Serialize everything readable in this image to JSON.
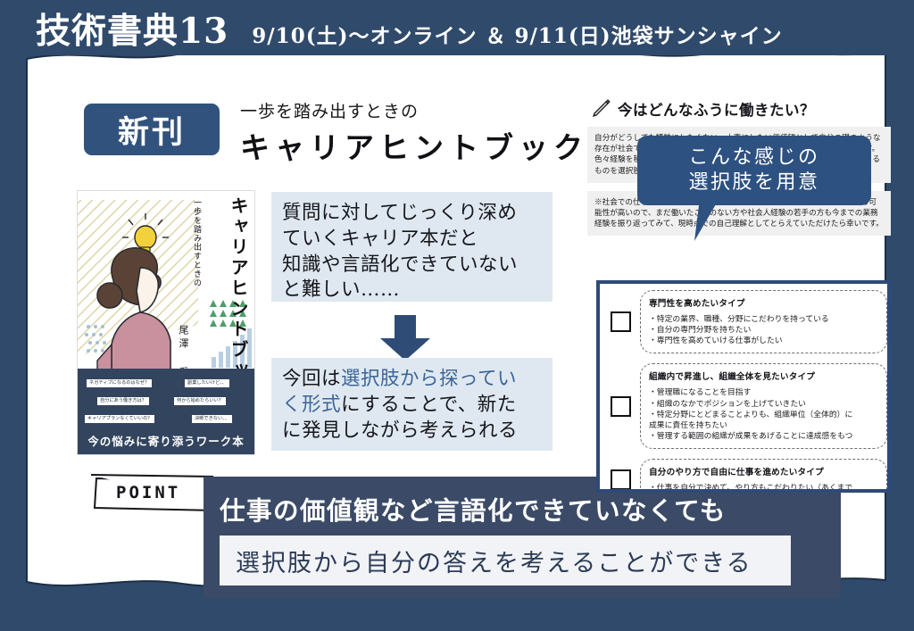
{
  "header": {
    "event_title": "技術書典13",
    "event_dates": "9/10(土)〜オンライン ＆ 9/11(日)池袋サンシャイン",
    "bg_color": "#2f4a6b"
  },
  "badge": {
    "label": "新刊",
    "color": "#31527c"
  },
  "book": {
    "subtitle": "一歩を踏み出すときの",
    "title": "キャリアヒントブック",
    "cover": {
      "vertical_subtitle": "一歩を踏み出すときの",
      "vertical_title": "キャリアヒントブック",
      "author": "尾澤 愛実",
      "chips": [
        "ネガティブになるのはなぜ？",
        "副業したいけど、、",
        "自分にあう働き方は？",
        "何から始めたらいい？",
        "キャリアプランなくていいの？",
        "決断できない、、"
      ],
      "tagline": "今の悩みに寄り添うワーク本"
    }
  },
  "quotes": {
    "before": {
      "line1": "質問に対してじっくり深め",
      "line2": "ていくキャリア本だと",
      "line3": "知識や言語化できていない",
      "line4": "と難しい……"
    },
    "arrow_icon": "down-arrow-icon",
    "after": {
      "p1": "今回は",
      "hl1": "選択肢から探ってい",
      "hl2": "く形式",
      "p2": "にすることで、新た",
      "p3": "に発見しながら考えられる"
    }
  },
  "point": {
    "label": "POINT"
  },
  "banner": {
    "line1": "仕事の価値観など言語化できていなくても",
    "line2": "選択肢から自分の答えを考えることができる",
    "bg_color": "#3b4a66"
  },
  "doc": {
    "pencil_icon": "pencil-icon",
    "heading": "今はどんなふうに働きたい？",
    "body": "自分がどうしても犠牲にしたくない、大事にしたい価値観として自分の礎のような存在が社会での仕事経験を積み重ねていくことによって生まれてくるといいます。色々経験を積むことで今後変わってくる可能性もあるので、現時点でしっくりくるものを選択肢の中から選んでみてください。",
    "note": "※社会での仕事経験を積み重ねていくことによって、今後価値観が変わってくる可能性が高いので、まだ働いたことのない方や社会人経験の若手の方も今までの業務経験を振り返ってみて、現時点での自己理解としてとらえていただけたら幸いです。",
    "options": [
      {
        "checkbox": "unchecked",
        "title": "専門性を高めたいタイプ",
        "lines": [
          "・特定の業界、職種、分野にこだわりを持っている",
          "・自分の専門分野を持ちたい",
          "・専門性を高めていける仕事がしたい"
        ]
      },
      {
        "checkbox": "unchecked",
        "title": "組織内で昇進し、組織全体を見たいタイプ",
        "lines": [
          "・管理職になることを目指す",
          "・組織のなかでポジションを上げていきたい",
          "・特定分野にとどまることよりも、組織単位（全体的）に",
          "成果に責任を持ちたい",
          "・管理する範囲の組織が成果をあげることに達成感をもつ"
        ]
      },
      {
        "checkbox": "unchecked",
        "title": "自分のやり方で自由に仕事を進めたいタイプ",
        "lines": [
          "・仕事を自分で決めて、やり方もこだわりたい（あくまで"
        ]
      }
    ]
  },
  "callout": {
    "line1": "こんな感じの",
    "line2": "選択肢を用意",
    "color": "#2d5180"
  }
}
